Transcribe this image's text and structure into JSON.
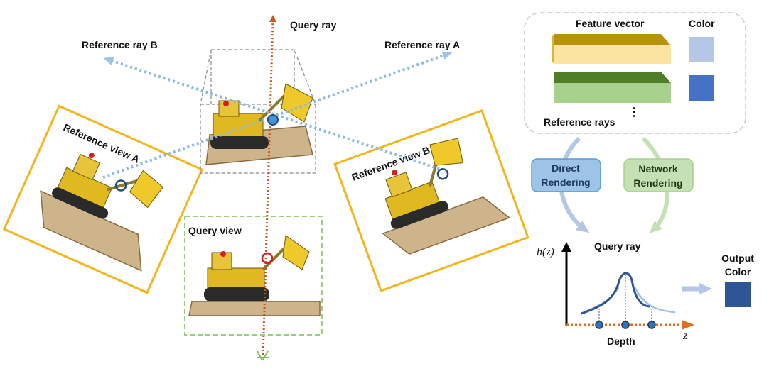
{
  "labels": {
    "query_ray_top": "Query ray",
    "reference_ray_a": "Reference ray A",
    "reference_ray_b": "Reference ray B",
    "reference_view_a": "Reference view A",
    "reference_view_b": "Reference view B",
    "query_view": "Query view",
    "feature_vector": "Feature vector",
    "color": "Color",
    "ellipsis": "⋮",
    "reference_rays": "Reference rays",
    "direct_rendering_1": "Direct",
    "direct_rendering_2": "Rendering",
    "network_rendering_1": "Network",
    "network_rendering_2": "Rendering",
    "query_ray_right": "Query ray",
    "hz": "h(z)",
    "z": "z",
    "depth": "Depth",
    "output_color_1": "Output",
    "output_color_2": "Color"
  },
  "colors": {
    "ray_orange": "#c8561a",
    "ray_blue": "#8db8df",
    "frame_gold": "#f2b51c",
    "frame_green": "#9ccc7e",
    "box_gray": "#8a8a8a",
    "feature_yellow_top": "#b5930b",
    "feature_yellow_front": "#fbe3a0",
    "feature_green_top": "#4f7d28",
    "feature_green_front": "#a9d18e",
    "color_light_blue": "#b4c7e7",
    "color_mid_blue": "#4472c4",
    "output_dark_blue": "#2f5597",
    "direct_btn_fill": "#9dc3e6",
    "direct_btn_stroke": "#5b9bd5",
    "network_btn_fill": "#c5e0b4",
    "network_btn_stroke": "#a9d18e",
    "curve_blue": "#2f5597",
    "curve_light": "#9dc3e6",
    "dot_blue": "#2e75b6"
  }
}
